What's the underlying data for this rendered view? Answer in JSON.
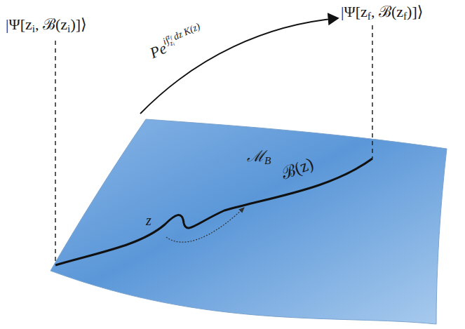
{
  "diagram": {
    "labels": [
      "|Ψ[zi, ℬ(zi)]⟩",
      "|Ψ[zf, ℬ(zf)]⟩",
      "Pe",
      "i∫",
      "zf",
      "zi",
      "dz K(z)",
      "ℳB",
      "ℬ(z)",
      "z"
    ]
  }
}
